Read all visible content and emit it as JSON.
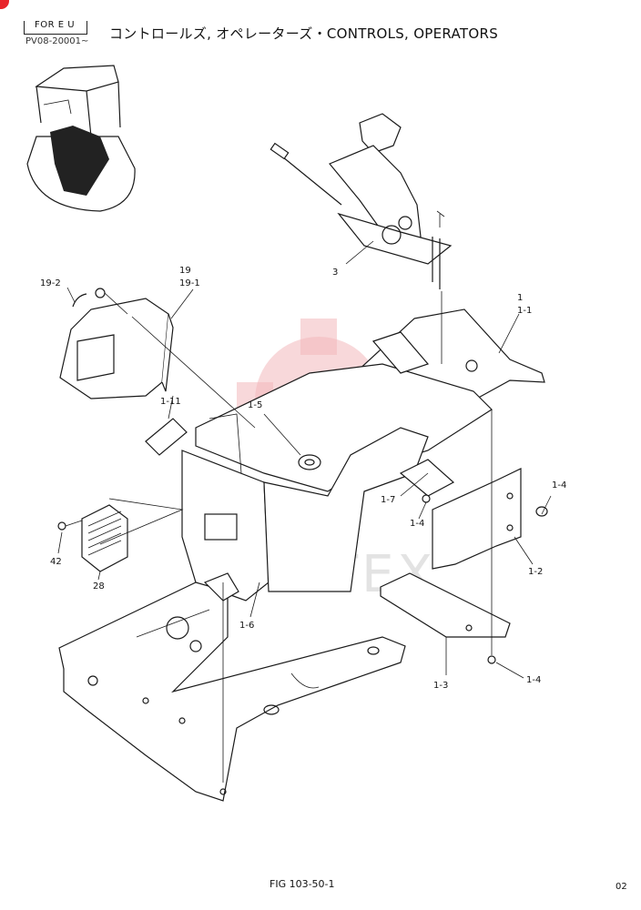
{
  "header": {
    "region_label": "FOR E U",
    "serial_label": "PV08-20001~",
    "title": "コントロールズ, オペレーターズ・CONTROLS, OPERATORS"
  },
  "watermark": {
    "text": "VIHTEX",
    "color": "#f2b8bc"
  },
  "accent_color": "#e8242a",
  "callouts": {
    "c19": "19",
    "c19_1": "19-1",
    "c19_2": "19-2",
    "c3": "3",
    "c1": "1",
    "c1_1": "1-1",
    "c1_11": "1-11",
    "c1_5": "1-5",
    "c1_7": "1-7",
    "c1_4a": "1-4",
    "c1_4b": "1-4",
    "c1_4c": "1-4",
    "c1_2": "1-2",
    "c1_3": "1-3",
    "c1_6": "1-6",
    "c42": "42",
    "c28": "28"
  },
  "footer": {
    "figure": "FIG 103-50-1",
    "page": "02"
  }
}
